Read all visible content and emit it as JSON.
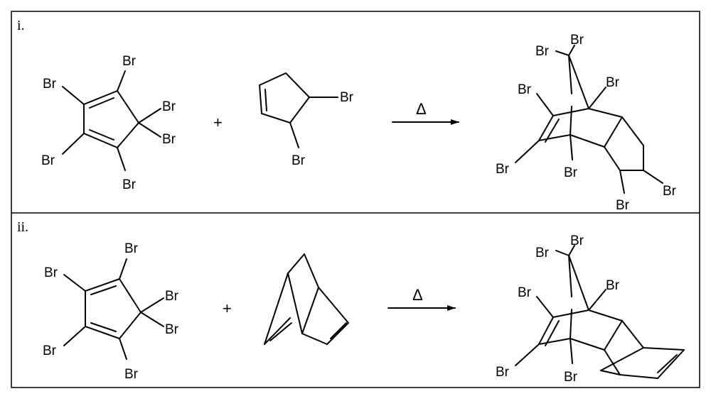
{
  "panels": [
    {
      "label": "i.",
      "diene_substituents": [
        "Br",
        "Br",
        "Br",
        "Br",
        "Br",
        "Br"
      ],
      "plus": "+",
      "dienophile_substituents": [
        "Br",
        "Br"
      ],
      "arrow_condition": "Δ",
      "product_substituents": [
        "Br",
        "Br",
        "Br",
        "Br",
        "Br",
        "Br",
        "Br",
        "Br"
      ]
    },
    {
      "label": "ii.",
      "diene_substituents": [
        "Br",
        "Br",
        "Br",
        "Br",
        "Br",
        "Br"
      ],
      "plus": "+",
      "arrow_condition": "Δ",
      "product_substituents": [
        "Br",
        "Br",
        "Br",
        "Br",
        "Br",
        "Br"
      ]
    }
  ]
}
